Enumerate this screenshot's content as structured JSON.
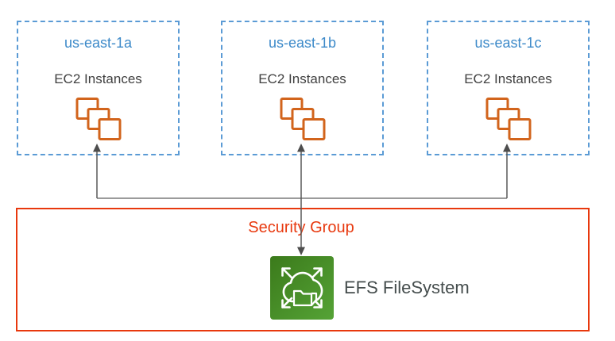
{
  "zones": [
    {
      "name": "us-east-1a",
      "resource": "EC2 Instances"
    },
    {
      "name": "us-east-1b",
      "resource": "EC2 Instances"
    },
    {
      "name": "us-east-1c",
      "resource": "EC2 Instances"
    }
  ],
  "security_group": {
    "label": "Security Group"
  },
  "efs": {
    "label": "EFS FileSystem"
  },
  "icons": {
    "ec2": "stacked-squares-icon",
    "efs": "cloud-folder-expand-icon"
  },
  "colors": {
    "az_border_blue": "#5B9BD5",
    "az_label_blue": "#3D8AC9",
    "ec2_orange": "#D2641C",
    "security_red": "#E8380D",
    "efs_green_dark": "#3B7A1B",
    "efs_green_light": "#55A336",
    "text_dark": "#454D4D",
    "connector_gray": "#595959"
  }
}
